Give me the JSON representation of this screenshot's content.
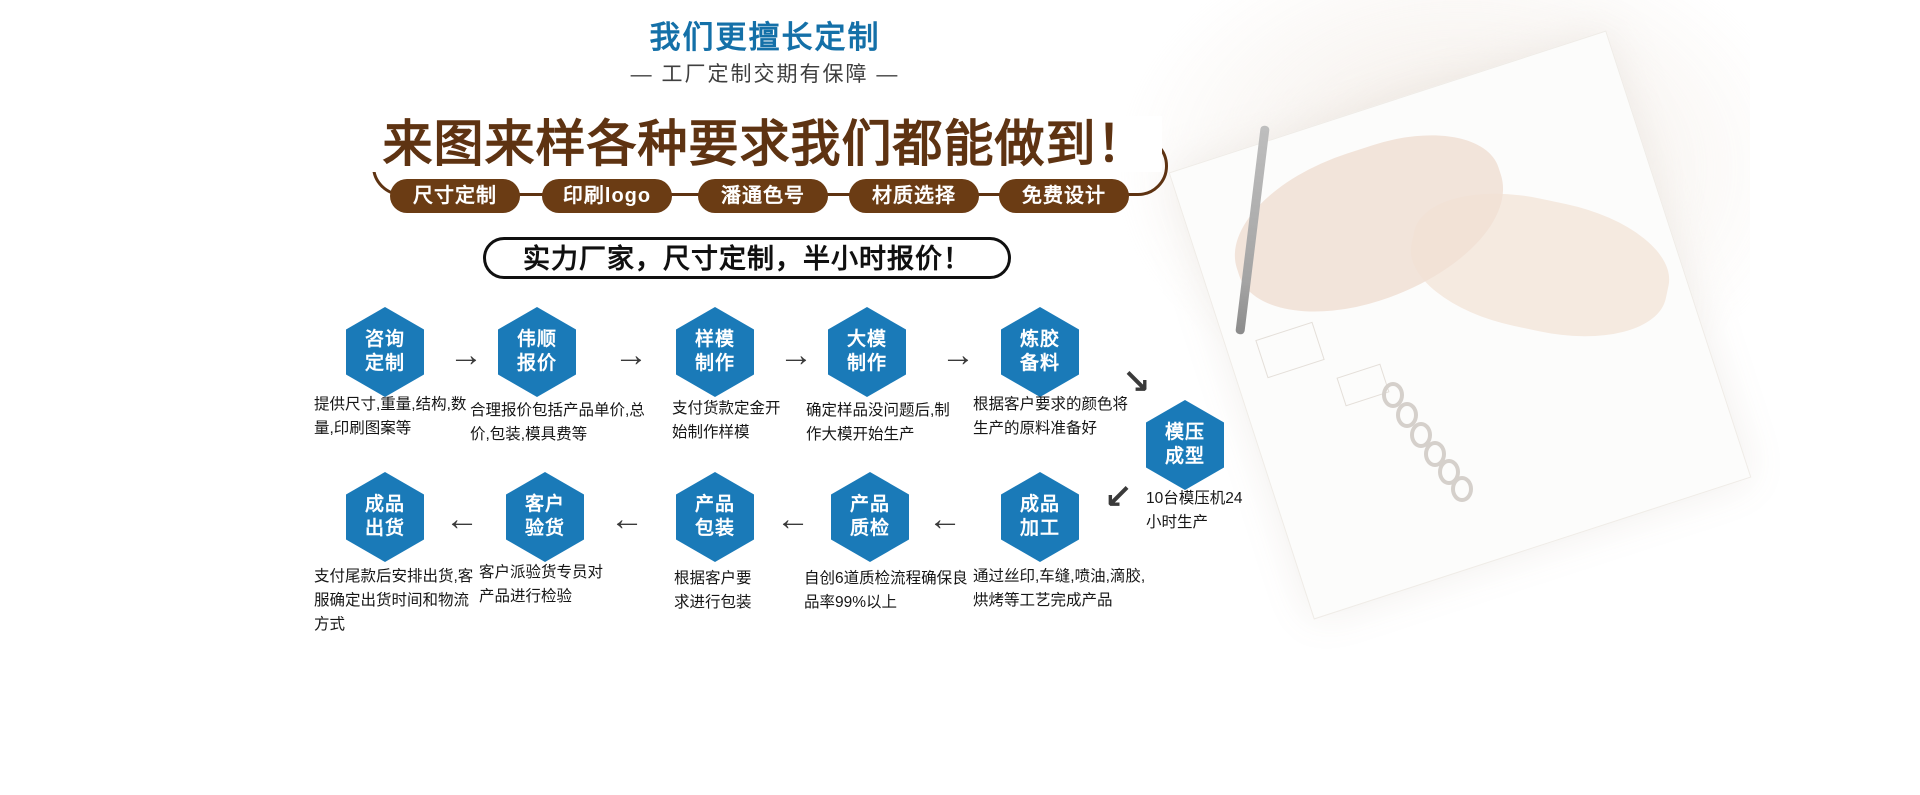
{
  "header": {
    "title": "我们更擅长定制",
    "subtitle": "— 工厂定制交期有保障 —"
  },
  "hero": {
    "headline": "来图来样各种要求我们都能做到！",
    "pills": [
      {
        "label": "尺寸定制"
      },
      {
        "label": "印刷logo"
      },
      {
        "label": "潘通色号"
      },
      {
        "label": "材质选择"
      },
      {
        "label": "免费设计"
      }
    ],
    "banner": "实力厂家，尺寸定制，半小时报价！"
  },
  "flow": {
    "steps": [
      {
        "line1": "咨询",
        "line2": "定制",
        "desc": "提供尺寸,重量,结构,数量,印刷图案等"
      },
      {
        "line1": "伟顺",
        "line2": "报价",
        "desc": "合理报价包括产品单价,总价,包装,模具费等"
      },
      {
        "line1": "样模",
        "line2": "制作",
        "desc": "支付货款定金开始制作样模"
      },
      {
        "line1": "大模",
        "line2": "制作",
        "desc": "确定样品没问题后,制作大模开始生产"
      },
      {
        "line1": "炼胶",
        "line2": "备料",
        "desc": "根据客户要求的颜色将生产的原料准备好"
      },
      {
        "line1": "模压",
        "line2": "成型",
        "desc": "10台模压机24小时生产"
      },
      {
        "line1": "成品",
        "line2": "加工",
        "desc": "通过丝印,车缝,喷油,滴胶,烘烤等工艺完成产品"
      },
      {
        "line1": "产品",
        "line2": "质检",
        "desc": "自创6道质检流程确保良品率99%以上"
      },
      {
        "line1": "产品",
        "line2": "包装",
        "desc": "根据客户要求进行包装"
      },
      {
        "line1": "客户",
        "line2": "验货",
        "desc": "客户派验货专员对产品进行检验"
      },
      {
        "line1": "成品",
        "line2": "出货",
        "desc": "支付尾款后安排出货,客服确定出货时间和物流方式"
      }
    ]
  },
  "icons": {
    "arrow_right": "→",
    "arrow_left": "←",
    "arrow_down_right": "↘",
    "arrow_down_left": "↙"
  },
  "colors": {
    "accent_blue": "#1470a8",
    "brown_dark": "#5e3312",
    "brown_pill": "#6b3c14",
    "hex_blue": "#1a7ab8",
    "arrow_gray": "#3a3a3a"
  }
}
